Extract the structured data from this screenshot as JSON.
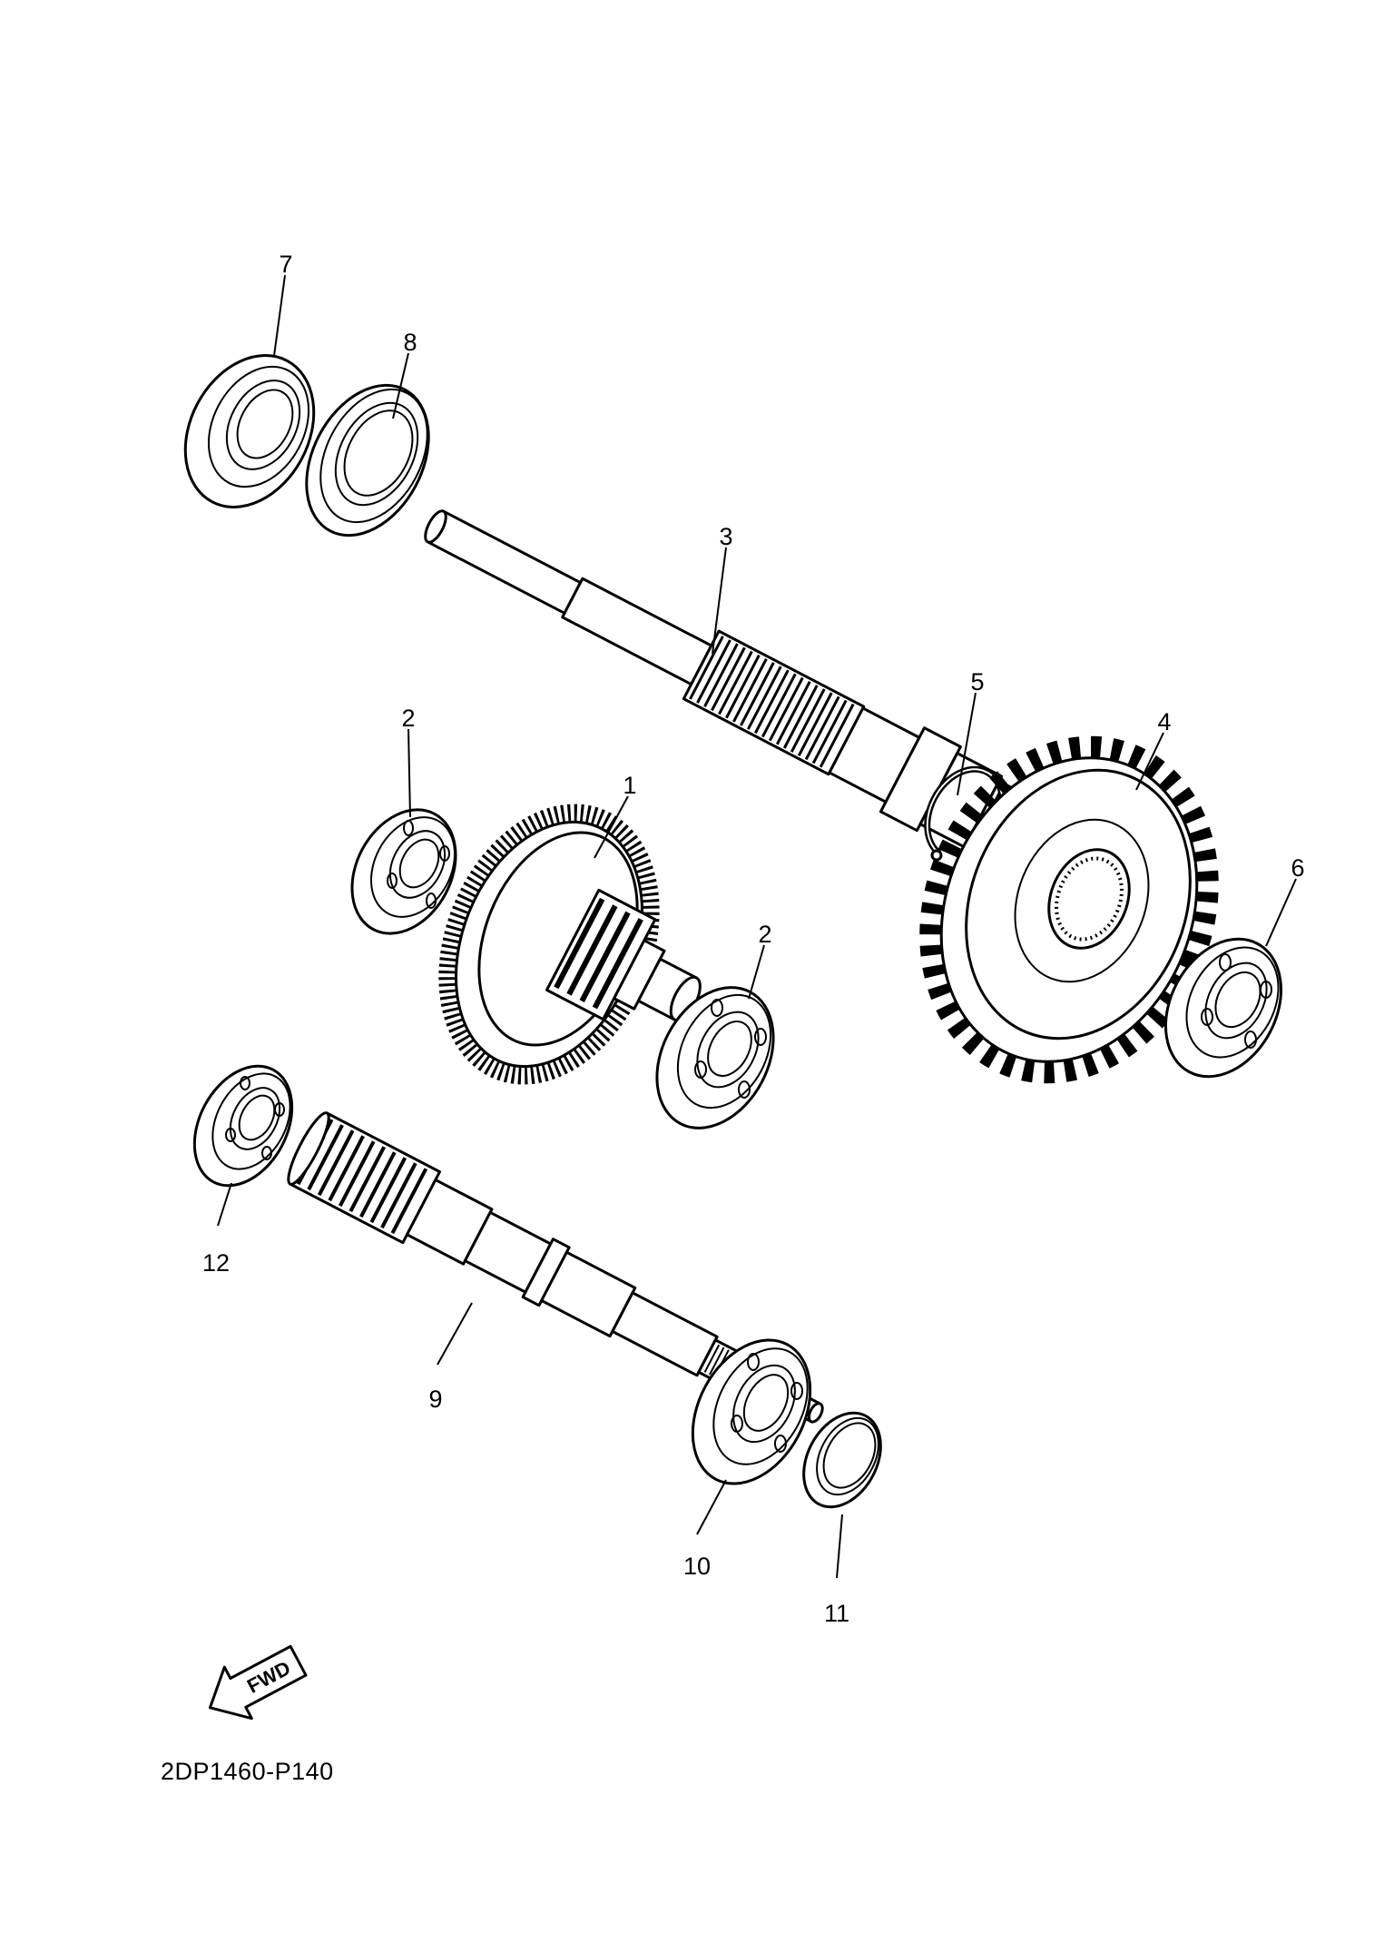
{
  "diagram_code": "2DP1460-P140",
  "fwd_label": "FWD",
  "callouts": [
    {
      "id": "7",
      "label": "7"
    },
    {
      "id": "8",
      "label": "8"
    },
    {
      "id": "3",
      "label": "3"
    },
    {
      "id": "5",
      "label": "5"
    },
    {
      "id": "4",
      "label": "4"
    },
    {
      "id": "2a",
      "label": "2"
    },
    {
      "id": "1",
      "label": "1"
    },
    {
      "id": "2b",
      "label": "2"
    },
    {
      "id": "6",
      "label": "6"
    },
    {
      "id": "12",
      "label": "12"
    },
    {
      "id": "9",
      "label": "9"
    },
    {
      "id": "10",
      "label": "10"
    },
    {
      "id": "11",
      "label": "11"
    }
  ]
}
